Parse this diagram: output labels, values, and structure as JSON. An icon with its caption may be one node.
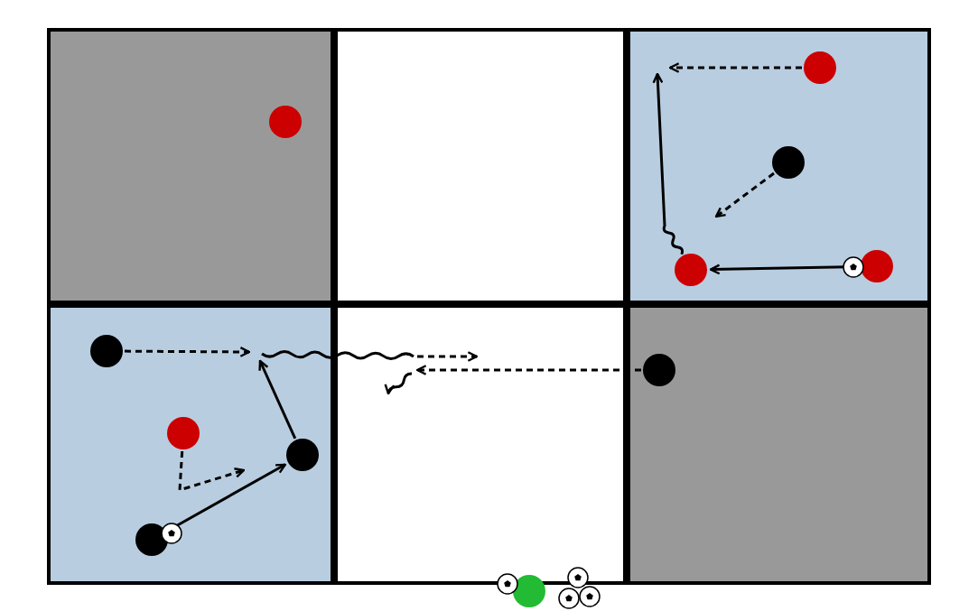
{
  "diagram": {
    "nodes": [
      {
        "text": [],
        "shape": "circle"
      },
      {
        "text": [],
        "shape": "circle"
      },
      {
        "text": [],
        "shape": "circle"
      },
      {
        "text": [],
        "shape": "circle"
      },
      {
        "text": [],
        "shape": "circle"
      },
      {
        "text": [],
        "shape": "circle"
      },
      {
        "text": [],
        "shape": "circle"
      },
      {
        "text": [],
        "shape": "circle"
      },
      {
        "text": [],
        "shape": "circle"
      },
      {
        "text": [],
        "shape": "circle"
      },
      {
        "text": [],
        "shape": "circle"
      }
    ],
    "edges": [
      {
        "from": 1,
        "to": null,
        "arrow": "to",
        "style": "dashed"
      },
      {
        "from": 2,
        "to": null,
        "arrow": "to",
        "style": "dashed"
      },
      {
        "from": 4,
        "to": 3,
        "arrow": "to"
      },
      {
        "from": 3,
        "to": null,
        "arrow": "to"
      },
      {
        "from": 5,
        "to": null,
        "arrow": "to",
        "style": "dashed"
      },
      {
        "from": 8,
        "to": null,
        "arrow": "to"
      },
      {
        "from": 6,
        "to": null,
        "arrow": "to",
        "style": "dashed"
      },
      {
        "from": 7,
        "to": null,
        "arrow": "to",
        "style": "dashed"
      },
      {
        "from": 9,
        "to": 8,
        "arrow": "to"
      }
    ]
  }
}
